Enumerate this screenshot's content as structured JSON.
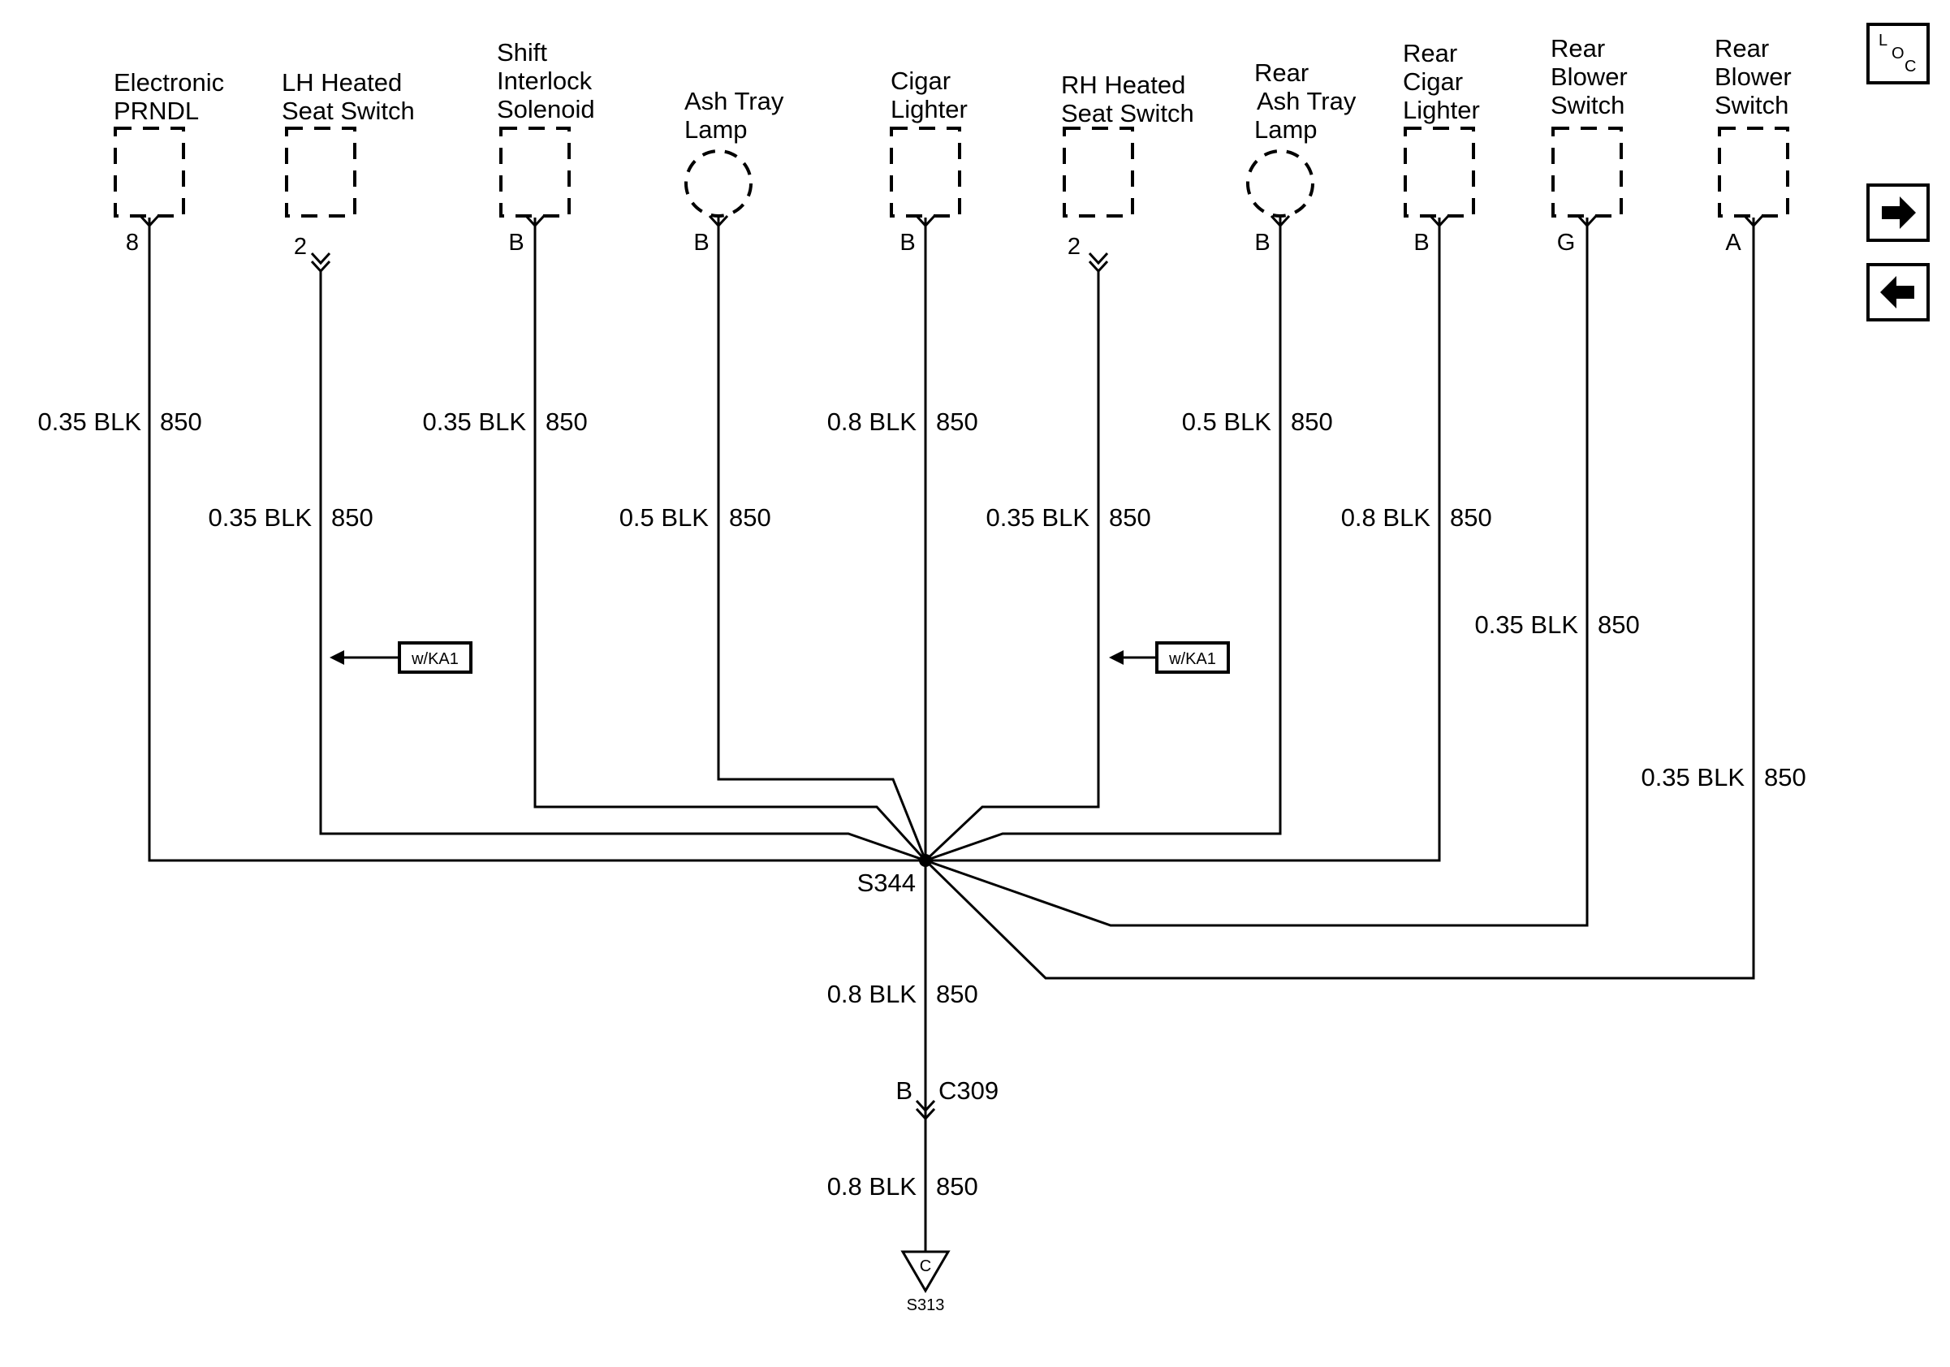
{
  "components": [
    {
      "line1": "Electronic",
      "line2": "PRNDL",
      "line3": "",
      "pin": "8"
    },
    {
      "line1": "LH Heated",
      "line2": "Seat Switch",
      "line3": "",
      "pin": "2"
    },
    {
      "line1": "Shift",
      "line2": "Interlock",
      "line3": "Solenoid",
      "pin": "B"
    },
    {
      "line1": "Ash Tray",
      "line2": "Lamp",
      "line3": "",
      "pin": "B"
    },
    {
      "line1": "Cigar",
      "line2": "Lighter",
      "line3": "",
      "pin": "B"
    },
    {
      "line1": "RH Heated",
      "line2": "Seat Switch",
      "line3": "",
      "pin": "2"
    },
    {
      "line1": "Rear",
      "line2": "Ash Tray",
      "line3": "Lamp",
      "pin": "B"
    },
    {
      "line1": "Rear",
      "line2": "Cigar",
      "line3": "Lighter",
      "pin": "B"
    },
    {
      "line1": "Rear",
      "line2": "Blower",
      "line3": "Switch",
      "pin": "G"
    },
    {
      "line1": "Rear",
      "line2": "Blower",
      "line3": "Switch",
      "pin": "A"
    }
  ],
  "wires": [
    {
      "size": "0.35 BLK",
      "circuit": "850"
    },
    {
      "size": "0.35 BLK",
      "circuit": "850"
    },
    {
      "size": "0.35 BLK",
      "circuit": "850"
    },
    {
      "size": "0.5 BLK",
      "circuit": "850"
    },
    {
      "size": "0.8 BLK",
      "circuit": "850"
    },
    {
      "size": "0.35 BLK",
      "circuit": "850"
    },
    {
      "size": "0.5 BLK",
      "circuit": "850"
    },
    {
      "size": "0.8 BLK",
      "circuit": "850"
    },
    {
      "size": "0.35 BLK",
      "circuit": "850"
    },
    {
      "size": "0.35 BLK",
      "circuit": "850"
    }
  ],
  "option_tags": [
    "w/KA1",
    "w/KA1"
  ],
  "splice": "S344",
  "trunk_upper": {
    "size": "0.8 BLK",
    "circuit": "850"
  },
  "connector": {
    "pin": "B",
    "name": "C309"
  },
  "trunk_lower": {
    "size": "0.8 BLK",
    "circuit": "850"
  },
  "ground": {
    "letter": "C",
    "name": "S313"
  },
  "nav": {
    "loc_l": "L",
    "loc_o": "O",
    "loc_c": "C",
    "forward": "forward-arrow-icon",
    "back": "back-arrow-icon"
  }
}
